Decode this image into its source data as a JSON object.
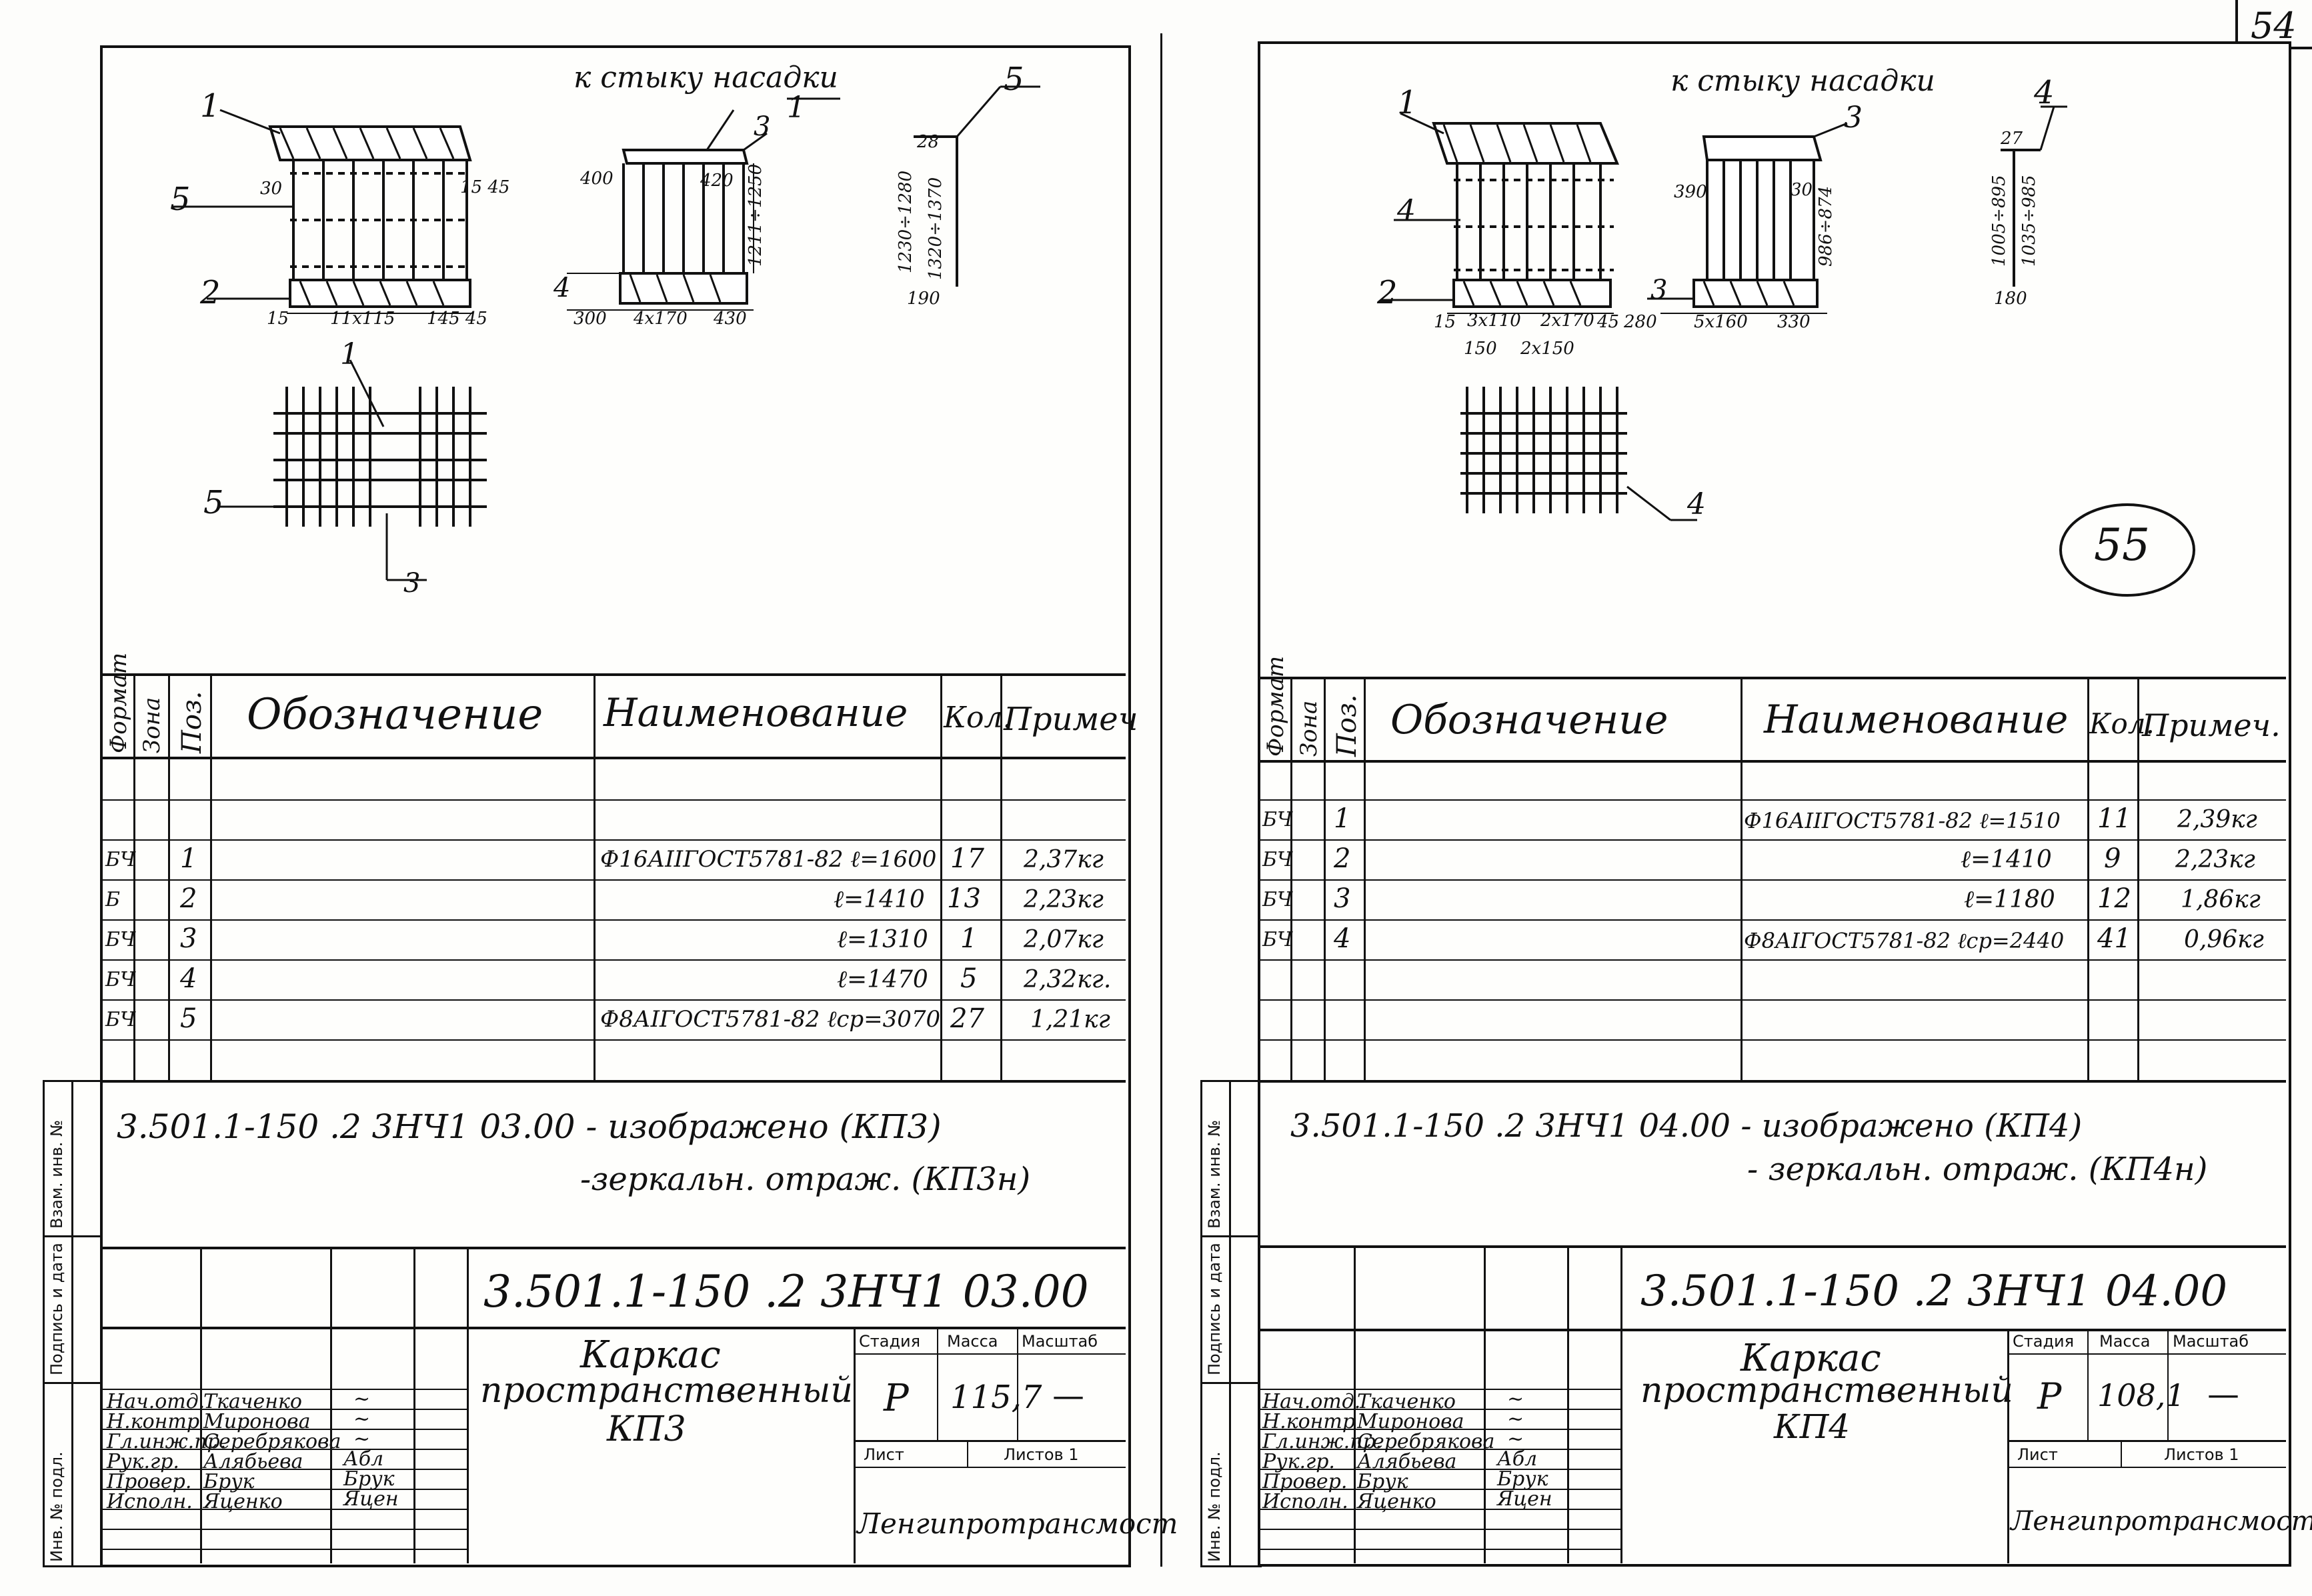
{
  "page_number": "54",
  "circled_number": "55",
  "left": {
    "drawing": {
      "caption": "к стыку насадки",
      "callouts": [
        "1",
        "1",
        "2",
        "3",
        "4",
        "5",
        "5",
        "1",
        "5",
        "3"
      ],
      "dims": {
        "d30": "30",
        "d15_45": "15 45",
        "d15": "15",
        "d11x115": "11x115",
        "d145_45": "145 45",
        "d400": "400",
        "d420": "420",
        "d1211": "1211÷1250",
        "d300": "300",
        "d4x170": "4x170",
        "d430": "430",
        "d28": "28",
        "d1230": "1230÷1280",
        "d1320": "1320÷1370",
        "d190": "190"
      }
    },
    "spec": {
      "headers": {
        "format": "Формат",
        "zone": "Зона",
        "pos": "Поз.",
        "designation": "Обозначение",
        "name": "Наименование",
        "qty": "Кол.",
        "note": "Примеч"
      },
      "rows": [
        {
          "format": "",
          "pos": "",
          "name": "",
          "qty": "",
          "note": ""
        },
        {
          "format": "",
          "pos": ".",
          "name": "",
          "qty": "",
          "note": ""
        },
        {
          "format": "БЧ",
          "pos": "1",
          "name": "Ф16АIIГОСТ5781-82 ℓ=1600",
          "qty": "17",
          "note": "2,37кг"
        },
        {
          "format": "Б",
          "pos": "2",
          "name": "ℓ=1410",
          "qty": "13",
          "note": "2,23кг"
        },
        {
          "format": "БЧ",
          "pos": "3",
          "name": "ℓ=1310",
          "qty": "1",
          "note": "2,07кг"
        },
        {
          "format": "БЧ",
          "pos": "4",
          "name": "ℓ=1470",
          "qty": "5",
          "note": "2,32кг."
        },
        {
          "format": "БЧ",
          "pos": "5",
          "name": "Ф8АIГОСТ5781-82 ℓср=3070",
          "qty": "27",
          "note": "1,21кг"
        },
        {
          "format": "",
          "pos": "",
          "name": "",
          "qty": "",
          "note": ""
        }
      ]
    },
    "note_line1": "3.501.1-150 .2  3НЧ1 03.00  - изображено (КП3)",
    "note_line2": "-зеркальн. отраж. (КП3н)",
    "title_block": {
      "code": "3.501.1-150   .2   3НЧ1 03.00",
      "title": [
        "Каркас",
        "пространственный",
        "КП3"
      ],
      "stage_label": "Стадия",
      "mass_label": "Масса",
      "scale_label": "Масштаб",
      "stage": "Р",
      "mass": "115,7",
      "scale": "—",
      "sheet_label": "Лист",
      "sheets_label": "Листов 1",
      "org": "Ленгипротрансмост",
      "people": [
        {
          "role": "Нач.отд.",
          "name": "Ткаченко",
          "sig": "~"
        },
        {
          "role": "Н.контр",
          "name": "Миронова",
          "sig": "~"
        },
        {
          "role": "Гл.инж.пр.",
          "name": "Серебрякова",
          "sig": "~"
        },
        {
          "role": "Рук.гр.",
          "name": "Алябьева",
          "sig": "Абл"
        },
        {
          "role": "Провер.",
          "name": "Брук",
          "sig": "Брук"
        },
        {
          "role": "Исполн.",
          "name": "Яценко",
          "sig": "Яцен"
        }
      ]
    }
  },
  "right": {
    "drawing": {
      "caption": "к стыку насадки",
      "callouts": [
        "1",
        "3",
        "4",
        "4",
        "2",
        "3",
        "4"
      ],
      "dims": {
        "d390": "390",
        "d30": "30",
        "d986": "986÷874",
        "d15": "15",
        "d3x110": "3x110",
        "d2x170": "2x170",
        "d45": "45",
        "d280": "280",
        "d5x160": "5x160",
        "d330": "330",
        "d150": "150",
        "d2x150": "2x150",
        "d27": "27",
        "d1005": "1005÷895",
        "d1035": "1035÷985",
        "d180": "180"
      }
    },
    "spec": {
      "headers": {
        "format": "Формат",
        "zone": "Зона",
        "pos": "Поз.",
        "designation": "Обозначение",
        "name": "Наименование",
        "qty": "Кол.",
        "note": "Примеч."
      },
      "rows": [
        {
          "format": "",
          "pos": "",
          "name": "",
          "qty": "",
          "note": ""
        },
        {
          "format": "БЧ",
          "pos": "1",
          "name": "Ф16АIIГОСТ5781-82 ℓ=1510",
          "qty": "11",
          "note": "2,39кг"
        },
        {
          "format": "БЧ",
          "pos": "2",
          "name": "ℓ=1410",
          "qty": "9",
          "note": "2,23кг"
        },
        {
          "format": "БЧ",
          "pos": "3",
          "name": "ℓ=1180",
          "qty": "12",
          "note": "1,86кг"
        },
        {
          "format": "БЧ",
          "pos": "4",
          "name": "Ф8АIГОСТ5781-82 ℓср=2440",
          "qty": "41",
          "note": "0,96кг"
        },
        {
          "format": "",
          "pos": "",
          "name": "",
          "qty": "",
          "note": ""
        },
        {
          "format": "",
          "pos": "",
          "name": "",
          "qty": "",
          "note": ""
        },
        {
          "format": "",
          "pos": "",
          "name": "",
          "qty": "",
          "note": ""
        }
      ]
    },
    "note_line1": "3.501.1-150 .2  3НЧ1 04.00  - изображено (КП4)",
    "note_line2": "- зеркальн. отраж. (КП4н)",
    "title_block": {
      "code": "3.501.1-150  .2  3НЧ1 04.00",
      "title": [
        "Каркас",
        "пространственный",
        "КП4"
      ],
      "stage_label": "Стадия",
      "mass_label": "Масса",
      "scale_label": "Масштаб",
      "stage": "Р",
      "mass": "108,1",
      "scale": "—",
      "sheet_label": "Лист",
      "sheets_label": "Листов 1",
      "org": "Ленгипротрансмост",
      "people": [
        {
          "role": "Нач.отд.",
          "name": "Ткаченко",
          "sig": "~"
        },
        {
          "role": "Н.контр",
          "name": "Миронова",
          "sig": "~"
        },
        {
          "role": "Гл.инж.пр.",
          "name": "Серебрякова",
          "sig": "~"
        },
        {
          "role": "Рук.гр.",
          "name": "Алябьева",
          "sig": "Абл"
        },
        {
          "role": "Провер.",
          "name": "Брук",
          "sig": "Брук"
        },
        {
          "role": "Исполн.",
          "name": "Яценко",
          "sig": "Яцен"
        }
      ]
    }
  },
  "gutter_labels": [
    "Инв. № подл.",
    "Подпись и дата",
    "Взам. инв. №"
  ]
}
